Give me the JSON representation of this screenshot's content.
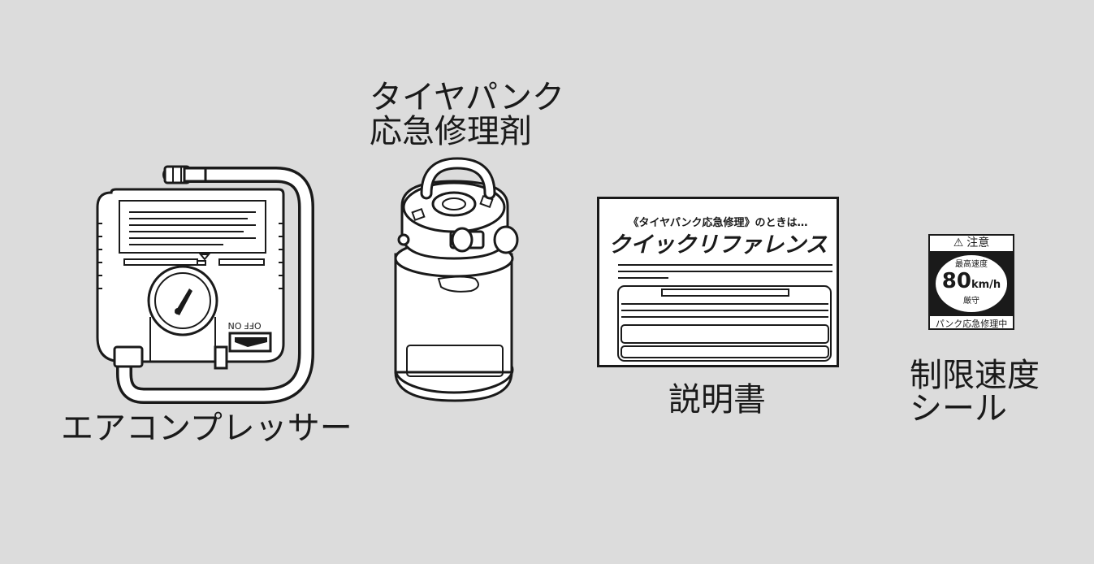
{
  "items": {
    "compressor": {
      "label": "エアコンプレッサー",
      "switch_off": "OFF",
      "switch_on": "ON"
    },
    "sealant": {
      "label_line1": "タイヤパンク",
      "label_line2": "応急修理剤"
    },
    "manual": {
      "label": "説明書",
      "header": "《タイヤパンク応急修理》のときは…",
      "title": "クイックリファレンス"
    },
    "sticker": {
      "label_line1": "制限速度",
      "label_line2": "シール",
      "top": "注意",
      "line1": "最高速度",
      "speed": "80",
      "unit": "km/h",
      "line2": "厳守",
      "bottom": "パンク応急修理中"
    }
  }
}
